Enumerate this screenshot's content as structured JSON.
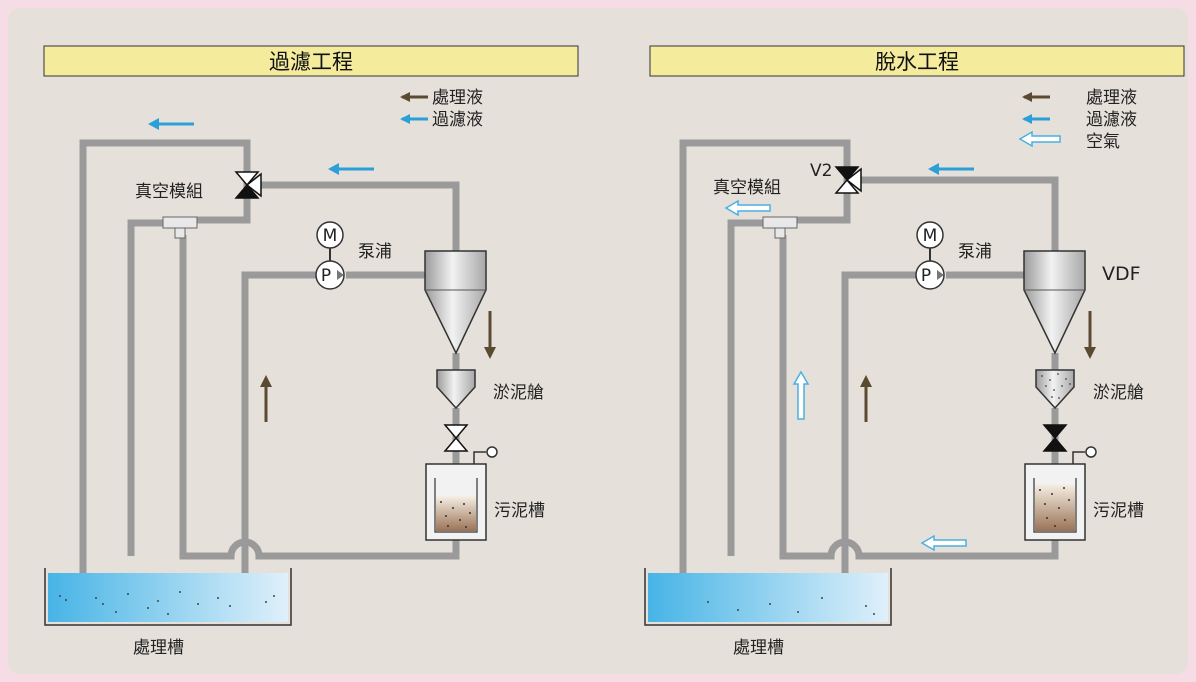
{
  "filtration": {
    "title": "過濾工程",
    "legend": {
      "treated": "處理液",
      "filtrate": "過濾液"
    },
    "labels": {
      "vacuum": "真空模組",
      "pump": "泵浦",
      "hopper": "淤泥艙",
      "sludge_tank": "污泥槽",
      "treatment_tank": "處理槽"
    },
    "pump_symbols": {
      "motor": "M",
      "pump": "P"
    }
  },
  "dewatering": {
    "title": "脫水工程",
    "legend": {
      "treated": "處理液",
      "filtrate": "過濾液",
      "air": "空氣"
    },
    "labels": {
      "valve": "V2",
      "vacuum": "真空模組",
      "pump": "泵浦",
      "vdf": "VDF",
      "hopper": "淤泥艙",
      "sludge_tank": "污泥槽",
      "treatment_tank": "處理槽"
    },
    "pump_symbols": {
      "motor": "M",
      "pump": "P"
    }
  },
  "colors": {
    "background": "#e6e0da",
    "title_band": "#f4eb9c",
    "pipe": "#9a9a9a",
    "treated_arrow": "#5b4a32",
    "filtrate_arrow": "#2a9fd8",
    "air_arrow": "#4ab0e0"
  },
  "icons": [
    "motor-icon",
    "pump-icon",
    "three-way-valve-icon",
    "two-way-valve-icon",
    "float-switch-icon",
    "flow-arrow-icon"
  ]
}
